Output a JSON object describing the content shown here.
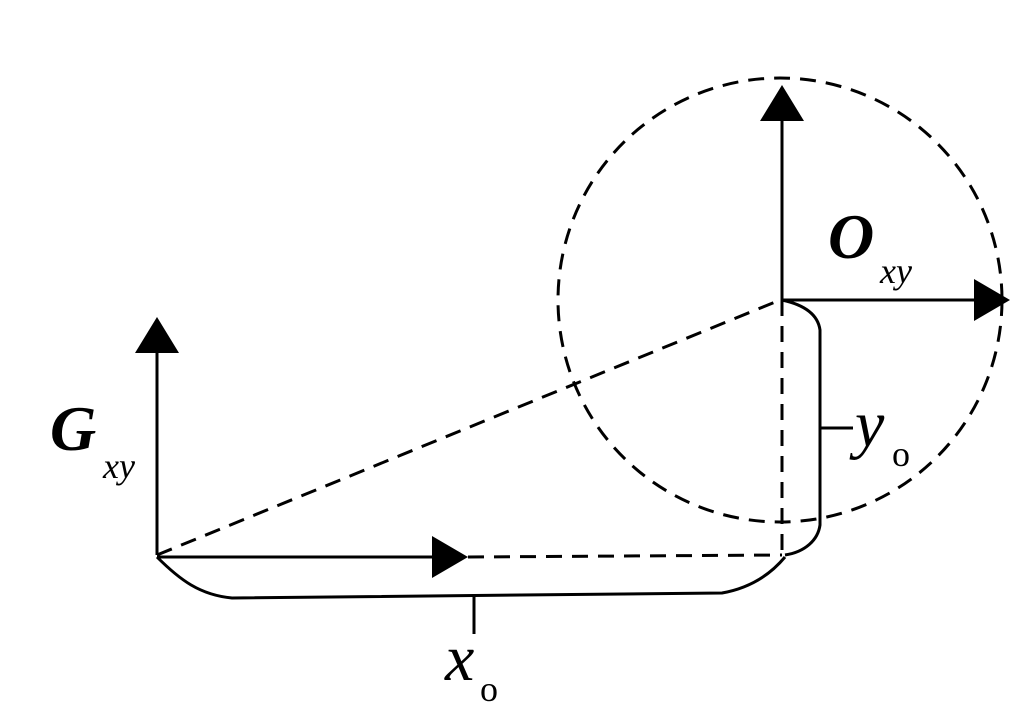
{
  "diagram": {
    "labels": {
      "G": {
        "main": "G",
        "sub": "xy"
      },
      "O": {
        "main": "O",
        "sub": "xy"
      },
      "x": {
        "main": "x",
        "sub": "o"
      },
      "y": {
        "main": "y",
        "sub": "o"
      }
    },
    "colors": {
      "stroke": "#000000",
      "background": "#ffffff"
    }
  }
}
